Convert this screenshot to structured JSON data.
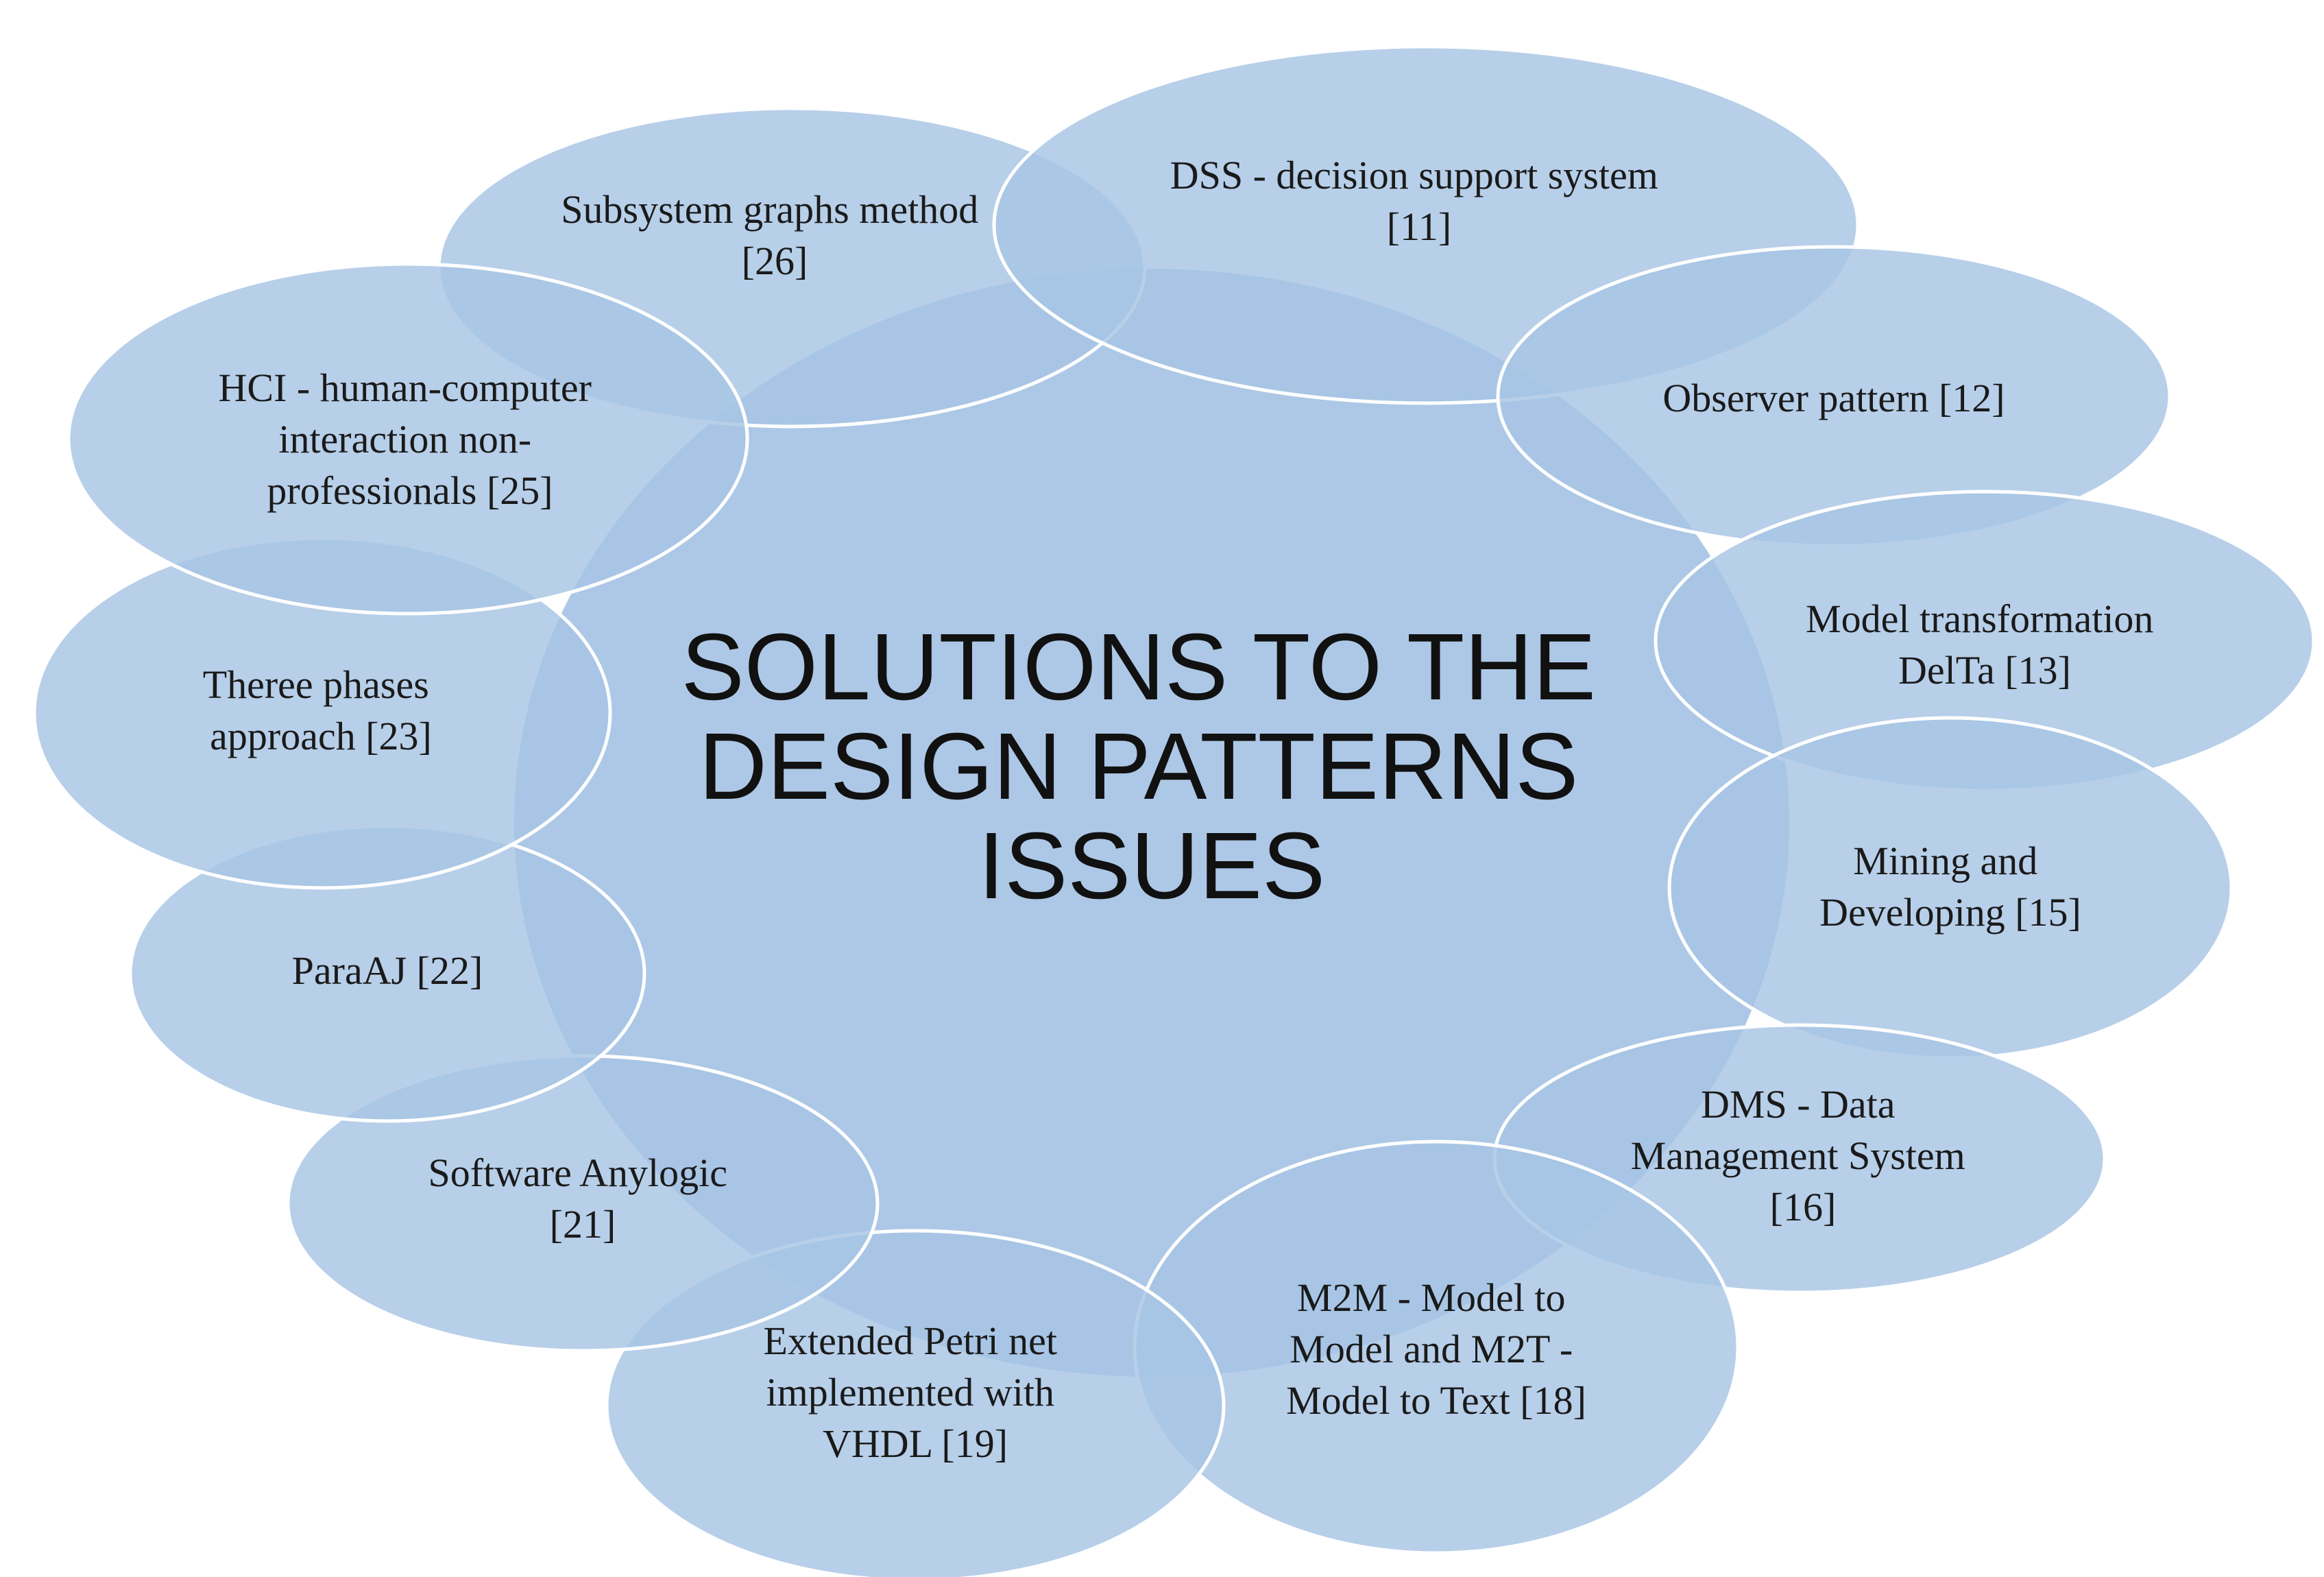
{
  "center": {
    "lines": [
      "SOLUTIONS TO THE",
      "DESIGN PATTERNS",
      "ISSUES"
    ]
  },
  "nodes": [
    {
      "id": "dss",
      "lines": [
        "DSS - decision support system",
        "[11]"
      ]
    },
    {
      "id": "observer",
      "lines": [
        "Observer pattern [12]"
      ]
    },
    {
      "id": "model-transformation",
      "lines": [
        "Model transformation",
        "DelTa [13]"
      ]
    },
    {
      "id": "mining",
      "lines": [
        "Mining and",
        "Developing [15]"
      ]
    },
    {
      "id": "dms",
      "lines": [
        "DMS - Data",
        "Management System",
        "[16]"
      ]
    },
    {
      "id": "m2m",
      "lines": [
        "M2M - Model to",
        "Model and M2T -",
        "Model to Text [18]"
      ]
    },
    {
      "id": "petri",
      "lines": [
        "Extended Petri net",
        "implemented with",
        "VHDL [19]"
      ]
    },
    {
      "id": "anylogic",
      "lines": [
        "Software Anylogic",
        "[21]"
      ]
    },
    {
      "id": "paraaj",
      "lines": [
        "ParaAJ [22]"
      ]
    },
    {
      "id": "three-phases",
      "lines": [
        "Theree phases",
        "approach [23]"
      ]
    },
    {
      "id": "hci",
      "lines": [
        "HCI - human-computer",
        "interaction non-",
        "professionals [25]"
      ]
    },
    {
      "id": "subsystem",
      "lines": [
        "Subsystem graphs method",
        "[26]"
      ]
    }
  ],
  "colors": {
    "node_fill": "#a7c4e4",
    "center_fill": "#a9c5e5",
    "outline": "#ffffff",
    "text": "#1a1a1a"
  }
}
